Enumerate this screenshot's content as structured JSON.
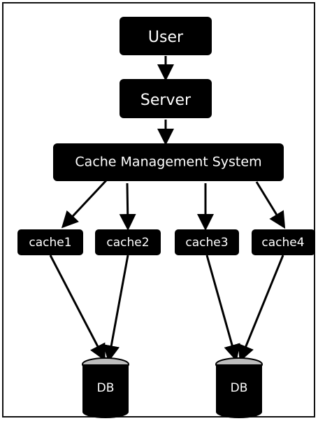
{
  "diagram": {
    "nodes": {
      "user": "User",
      "server": "Server",
      "cms": "Cache Management System",
      "cache1": "cache1",
      "cache2": "cache2",
      "cache3": "cache3",
      "cache4": "cache4",
      "db1": "DB",
      "db2": "DB"
    },
    "edges": [
      [
        "user",
        "server"
      ],
      [
        "server",
        "cms"
      ],
      [
        "cms",
        "cache1"
      ],
      [
        "cms",
        "cache2"
      ],
      [
        "cms",
        "cache3"
      ],
      [
        "cms",
        "cache4"
      ],
      [
        "cache1",
        "db1"
      ],
      [
        "cache2",
        "db1"
      ],
      [
        "cache3",
        "db2"
      ],
      [
        "cache4",
        "db2"
      ]
    ],
    "colors": {
      "node_fill": "#000000",
      "node_text": "#ffffff",
      "edge": "#000000",
      "background": "#ffffff",
      "db_top": "#bdbdbd"
    }
  }
}
